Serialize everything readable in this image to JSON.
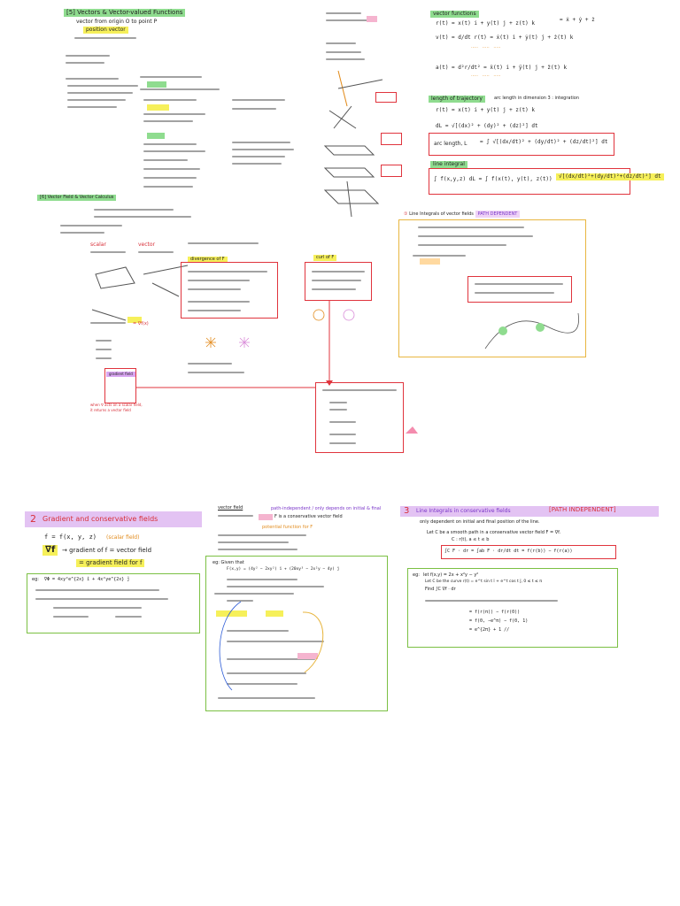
{
  "sheet_top": {
    "sec5_title": "[5] Vectors & Vector-valued Functions",
    "position_vector_note": "vector from origin O to point P",
    "position_vector_label": "position vector",
    "vector_fn_title": "vector functions",
    "length_title": "length of trajectory",
    "length_note": "arc length in dimension 3 : integration",
    "arc_length_label": "arc length, L",
    "line_integral_title": "line integral",
    "sec6_title": "[6] Vector Field & Vector Calculus",
    "scalar_label": "scalar",
    "vector_label": "vector",
    "divergence_label": "divergence of F",
    "curl_label": "curl of F",
    "green_label": "gradient field",
    "path_dep_title": "Line Integrals of vector fields",
    "path_dep_tag": "PATH DEPENDENT"
  },
  "sheet_bottom": {
    "num2": "2",
    "grad_title": "Gradient and conservative fields",
    "scalar_field": "f = f(x, y, z)",
    "scalar_field_note": "(scalar field)",
    "del_f": "∇f",
    "grad_def": "→ gradient of f = vector field",
    "grad_field": "= gradient field for f",
    "ex1_label": "eg:",
    "ex1_line": "∇Φ = 4xy²e^{2x} î + 4x²ye^{2x} ĵ",
    "conservative_title": "vector field",
    "conservative_note": "F is a conservative vector field",
    "path_indep_note": "path-independent / only depends on initial & final",
    "potential_note": "potential function for F",
    "ex2_label": "eg: Given that",
    "ex2_line": "F(x,y) = (4y² − 2xy²) î + (20xy³ − 2x²y − 4y) ĵ",
    "num3": "3",
    "line_int_title": "Line Integrals in conservative fields",
    "path_indep_tag": "PATH INDEPENDENT",
    "line_int_note": "only dependent on initial and final position of the line.",
    "let_c": "Let C be a smooth path in a conservative vector field F = ∇f.",
    "param": "C : r(t), a ≤ t ≤ b",
    "fundamental": "∫C F · dr = ∫ab F · dr/dt dt = f(r(b)) − f(r(a))",
    "ex3_label": "eg:",
    "ex3_line1": "let f(x,y) = 2x + x²y − y²",
    "ex3_line2": "Let C be the curve r(t) = e^t sin t î + e^t cos t ĵ, 0 ≤ t ≤ π",
    "ex3_line3": "Find ∫C ∇f · dr",
    "ex3_ans1": "= f(r(π)) − f(r(0))",
    "ex3_ans2": "= f(0, −e^π) − f(0, 1)",
    "ex3_ans3": "= e^{2π} + 1 //"
  },
  "colors": {
    "red_box": "#e0343d",
    "green_box": "#7bc043",
    "purple_bar": "#d9a6f2",
    "yellow_hl": "#f6f05a",
    "green_hl": "#8fdc8f"
  }
}
